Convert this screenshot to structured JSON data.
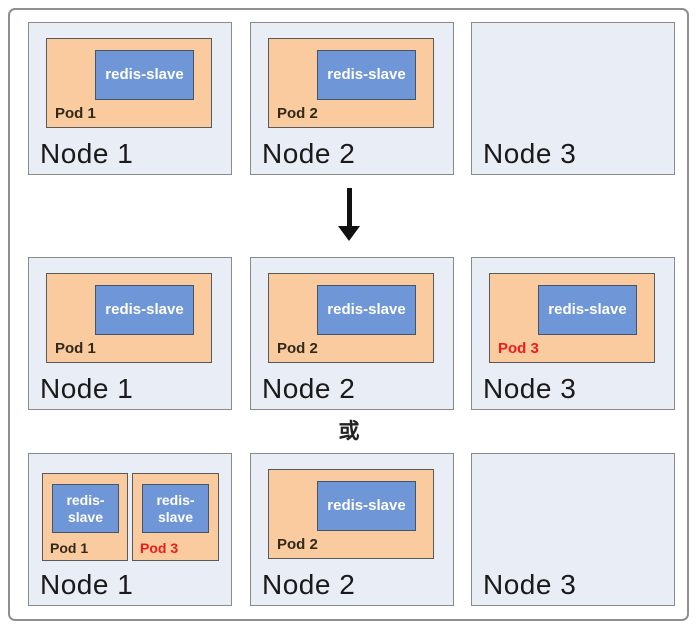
{
  "colors": {
    "node_fill": "#e9eef6",
    "node_border": "#8a8a8a",
    "pod_fill": "#f9cb9e",
    "pod_border": "#595959",
    "container_fill": "#6f96d6",
    "container_border": "#44546a",
    "container_text": "#ffffff",
    "pod_label_text": "#33291a",
    "pod_highlight_text": "#ee1c1c",
    "node_label_text": "#1a1a1a",
    "arrow": "#111111",
    "frame_border": "#8f8f8f"
  },
  "connector": {
    "or_label": "或"
  },
  "rows": [
    {
      "nodes": [
        {
          "label": "Node 1",
          "pods": [
            {
              "label": "Pod 1",
              "container": "redis-slave",
              "highlight": false
            }
          ]
        },
        {
          "label": "Node 2",
          "pods": [
            {
              "label": "Pod 2",
              "container": "redis-slave",
              "highlight": false
            }
          ]
        },
        {
          "label": "Node 3",
          "pods": []
        }
      ]
    },
    {
      "nodes": [
        {
          "label": "Node 1",
          "pods": [
            {
              "label": "Pod 1",
              "container": "redis-slave",
              "highlight": false
            }
          ]
        },
        {
          "label": "Node 2",
          "pods": [
            {
              "label": "Pod 2",
              "container": "redis-slave",
              "highlight": false
            }
          ]
        },
        {
          "label": "Node 3",
          "pods": [
            {
              "label": "Pod 3",
              "container": "redis-slave",
              "highlight": true
            }
          ]
        }
      ]
    },
    {
      "nodes": [
        {
          "label": "Node 1",
          "pods": [
            {
              "label": "Pod 1",
              "container": "redis-slave",
              "highlight": false
            },
            {
              "label": "Pod 3",
              "container": "redis-slave",
              "highlight": true
            }
          ]
        },
        {
          "label": "Node 2",
          "pods": [
            {
              "label": "Pod 2",
              "container": "redis-slave",
              "highlight": false
            }
          ]
        },
        {
          "label": "Node 3",
          "pods": []
        }
      ]
    }
  ]
}
